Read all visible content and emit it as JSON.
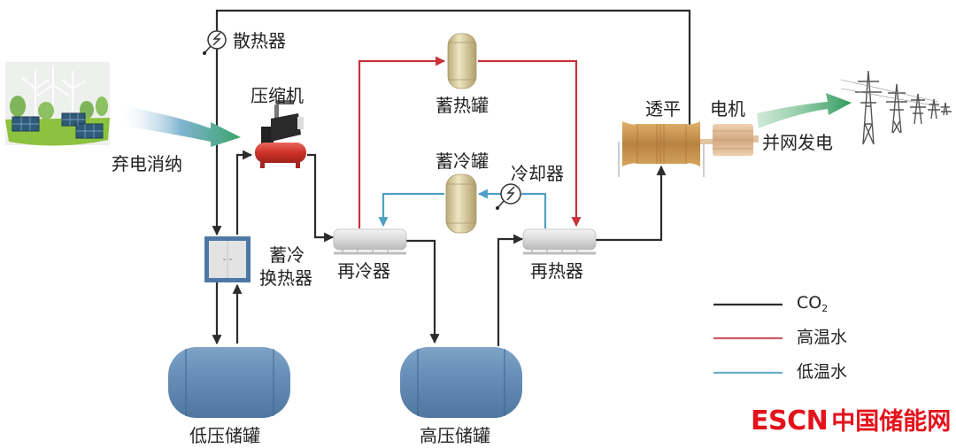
{
  "colors": {
    "co2_line": "#2b2b2b",
    "hot_water_line": "#c8323a",
    "cold_water_line": "#4f9fc4",
    "storage_tank_blue": "#5f87b0",
    "thermal_tank_tan": "#d6c89a",
    "compressor_red": "#d33b32",
    "turbine_gold": "#c8944a",
    "motor_tan": "#ddb892",
    "arrow_green": "#3aa56a",
    "watermark_red": "#e3121b"
  },
  "components": {
    "radiator": "散热器",
    "compressor": "压缩机",
    "curtailment_absorption": "弃电消纳",
    "heat_storage_tank": "蓄热罐",
    "cold_storage_tank": "蓄冷罐",
    "cooler": "冷却器",
    "cold_storage_heat_exchanger_line1": "蓄冷",
    "cold_storage_heat_exchanger_line2": "换热器",
    "recooler": "再冷器",
    "reheater": "再热器",
    "turbine": "透平",
    "motor": "电机",
    "grid_connection": "并网发电",
    "low_pressure_tank": "低压储罐",
    "high_pressure_tank": "高压储罐"
  },
  "legend": [
    {
      "key": "co2",
      "label_main": "CO",
      "label_sub": "2"
    },
    {
      "key": "hot_water",
      "label": "高温水"
    },
    {
      "key": "cold_water",
      "label": "低温水"
    }
  ],
  "watermark": {
    "latin": "ESCN",
    "chinese": "中国储能网"
  }
}
